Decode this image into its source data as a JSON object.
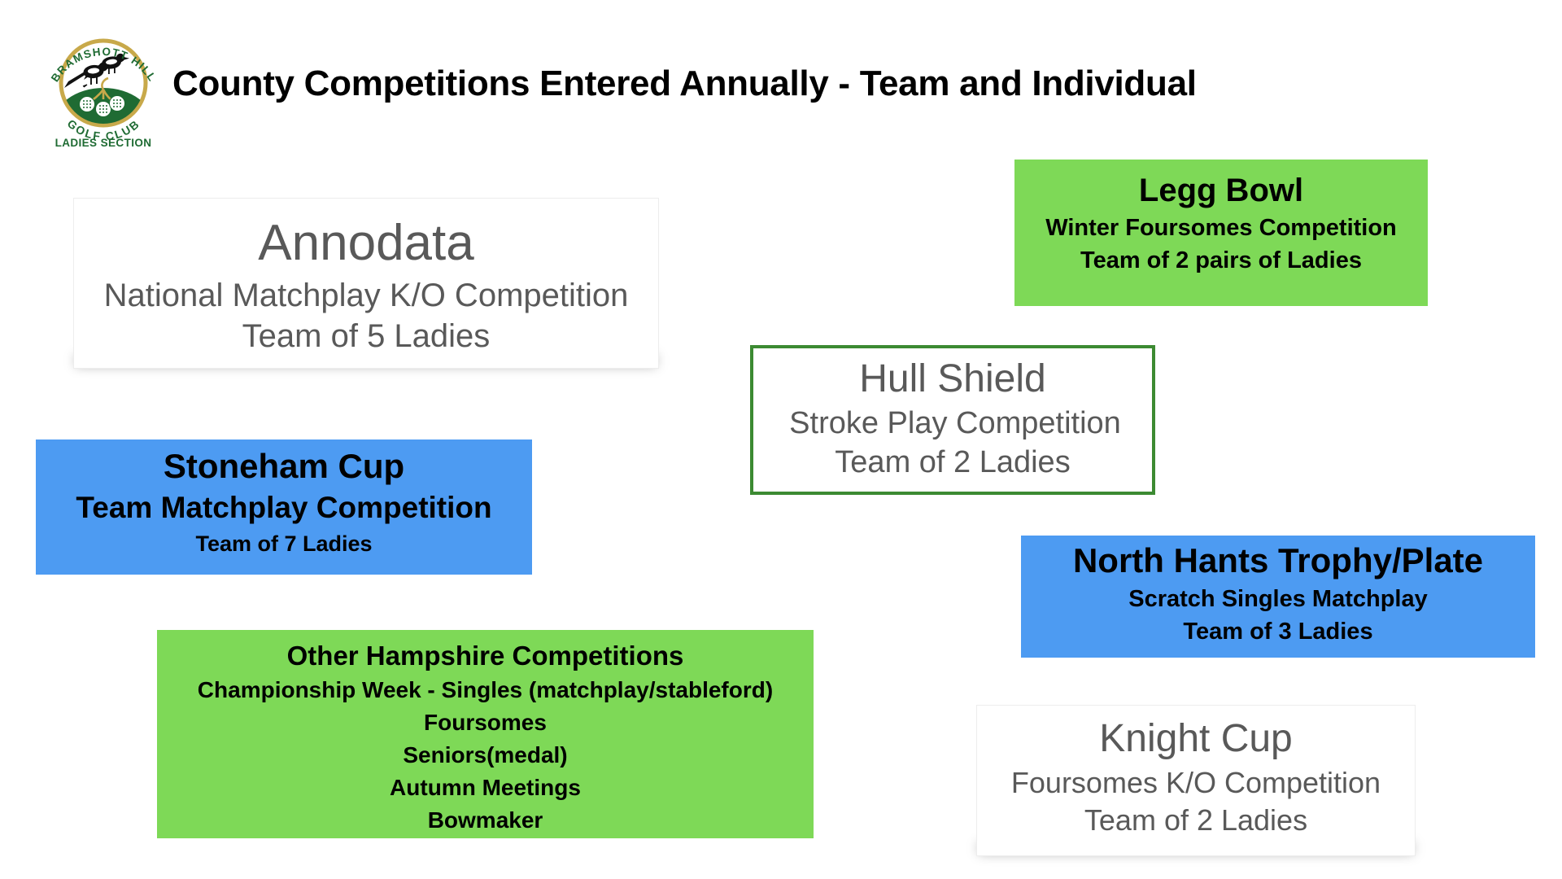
{
  "page": {
    "title": "County Competitions Entered Annually - Team and Individual",
    "background": "#ffffff"
  },
  "logo": {
    "name": "bramshott-hill-golf-club-ladies-section-logo",
    "arc_top": "BRAMSHOTT HILL",
    "arc_bottom": "GOLF CLUB",
    "subtitle": "LADIES SECTION",
    "ring_color": "#c8a94a",
    "hill_color": "#1f6b33",
    "text_color": "#1f6b33"
  },
  "colors": {
    "green_fill": "#7ed957",
    "blue_fill": "#4d9bf2",
    "green_outline": "#3c8a32",
    "grey_text": "#595959",
    "black_text": "#000000",
    "white_fill": "#ffffff"
  },
  "cards": [
    {
      "id": "annodata",
      "title": "Annodata",
      "lines": [
        "National Matchplay K/O  Competition",
        "Team of 5 Ladies"
      ],
      "style": "white-shadow"
    },
    {
      "id": "legg-bowl",
      "title": "Legg Bowl",
      "lines": [
        "Winter Foursomes Competition",
        "Team of 2 pairs of Ladies"
      ],
      "style": "green-fill"
    },
    {
      "id": "hull-shield",
      "title": "Hull Shield",
      "lines": [
        "Stroke Play Competition",
        "Team of 2 Ladies"
      ],
      "style": "green-outline"
    },
    {
      "id": "stoneham-cup",
      "title": "Stoneham Cup",
      "lines": [
        "Team Matchplay Competition",
        "Team of 7 Ladies"
      ],
      "style": "blue-fill"
    },
    {
      "id": "north-hants-trophy-plate",
      "title": "North Hants Trophy/Plate",
      "lines": [
        "Scratch Singles Matchplay",
        "Team of 3 Ladies"
      ],
      "style": "blue-fill"
    },
    {
      "id": "other-hampshire-competitions",
      "title": "Other Hampshire Competitions",
      "lines": [
        "Championship Week - Singles (matchplay/stableford)",
        "Foursomes",
        "Seniors(medal)",
        "Autumn Meetings",
        "Bowmaker"
      ],
      "style": "green-fill"
    },
    {
      "id": "knight-cup",
      "title": "Knight Cup",
      "lines": [
        "Foursomes K/O Competition",
        "Team of 2 Ladies"
      ],
      "style": "white-shadow"
    }
  ]
}
